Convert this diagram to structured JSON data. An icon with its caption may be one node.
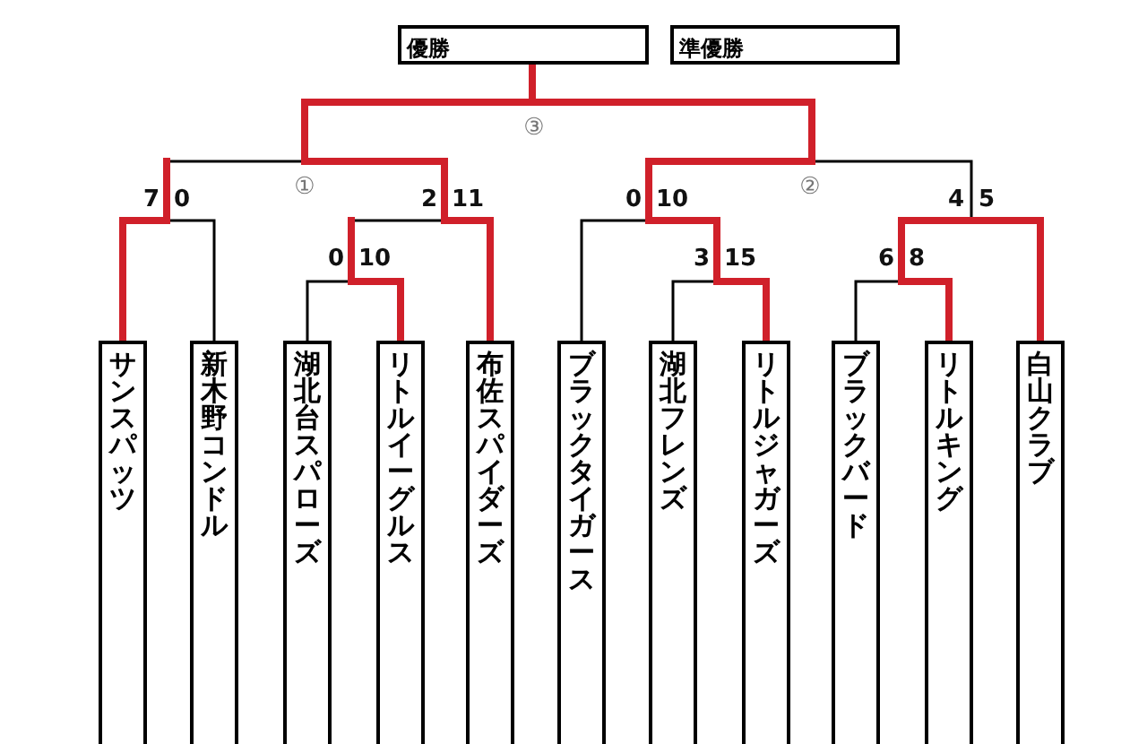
{
  "diagram": {
    "nodes": [
      {
        "text": [
          "優勝"
        ]
      },
      {
        "text": [
          "準優勝"
        ]
      },
      {
        "text": [
          "サンスパッツ"
        ]
      },
      {
        "text": [
          "新木野コンドル"
        ]
      },
      {
        "text": [
          "湖北台スパローズ"
        ]
      },
      {
        "text": [
          "リトルイーグルス"
        ]
      },
      {
        "text": [
          "布佐スパイダーズ"
        ]
      },
      {
        "text": [
          "ブラックタイガース"
        ]
      },
      {
        "text": [
          "湖北フレンズ"
        ]
      },
      {
        "text": [
          "リトルジャガーズ"
        ]
      },
      {
        "text": [
          "ブラックバード"
        ]
      },
      {
        "text": [
          "リトルキング"
        ]
      },
      {
        "text": [
          "白山クラブ"
        ]
      }
    ],
    "edges": [
      {
        "from": 2,
        "to": 0,
        "arrow": "none"
      },
      {
        "from": 3,
        "to": 0,
        "arrow": "none"
      },
      {
        "from": 4,
        "to": 0,
        "arrow": "none"
      },
      {
        "from": 5,
        "to": 0,
        "arrow": "none"
      },
      {
        "from": 6,
        "to": 0,
        "arrow": "none",
        "color": "#d0202a"
      },
      {
        "from": 7,
        "to": 0,
        "arrow": "none"
      },
      {
        "from": 8,
        "to": 0,
        "arrow": "none"
      },
      {
        "from": 9,
        "to": 0,
        "arrow": "none",
        "color": "#d0202a"
      },
      {
        "from": 10,
        "to": 0,
        "arrow": "none"
      },
      {
        "from": 11,
        "to": 0,
        "arrow": "none"
      },
      {
        "from": 12,
        "to": 0,
        "arrow": "none"
      }
    ],
    "labels": [
      "③",
      "7",
      "0",
      "①",
      "2",
      "11",
      "0",
      "10",
      "②",
      "4",
      "5",
      "0",
      "10",
      "3",
      "15",
      "6",
      "8"
    ]
  }
}
